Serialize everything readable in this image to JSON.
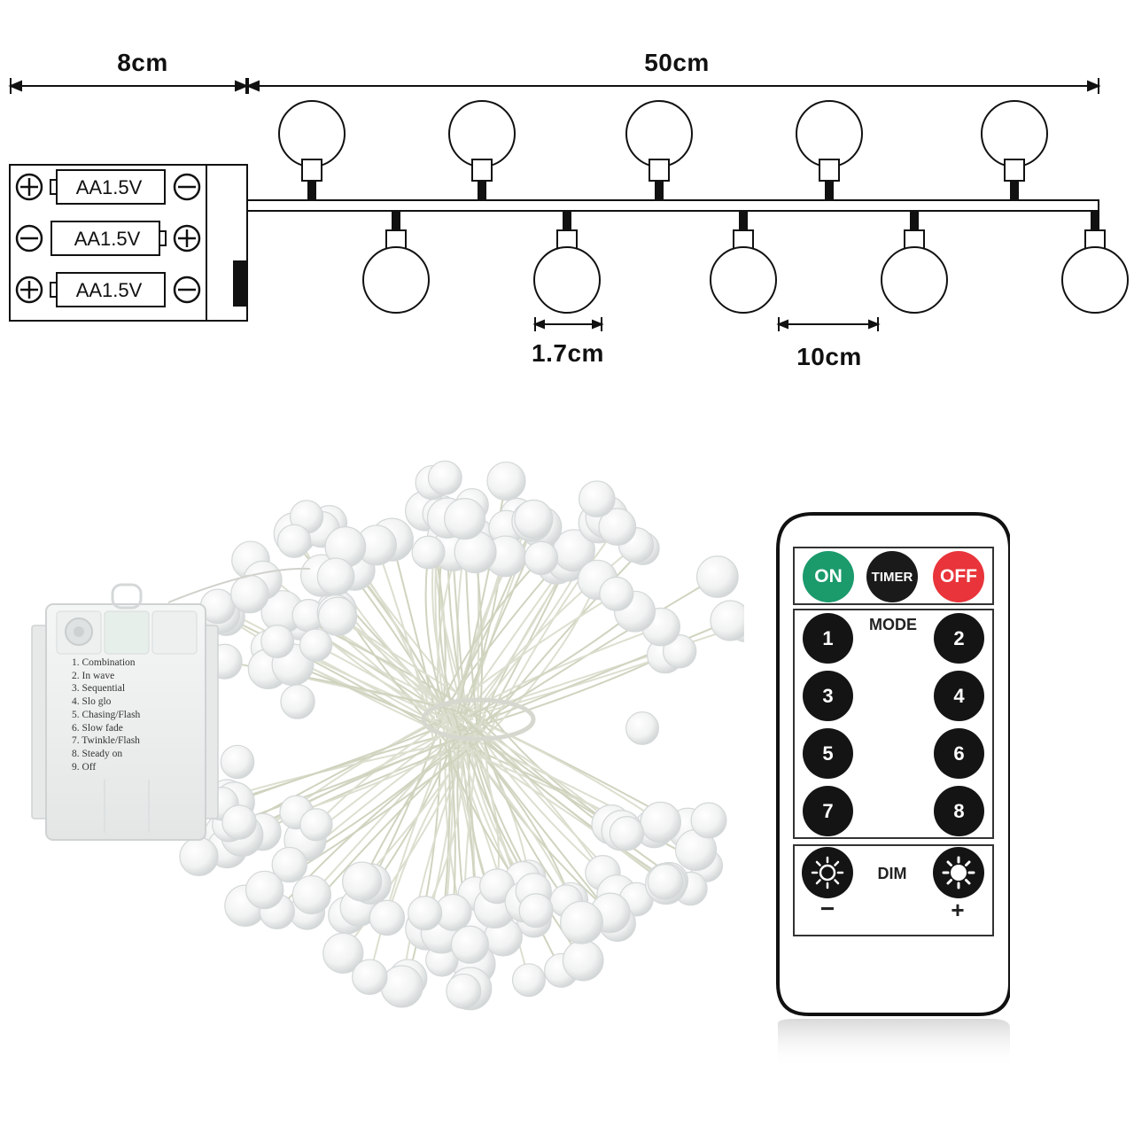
{
  "dimensions": {
    "controller_length": "8cm",
    "string_length": "50cm",
    "bulb_diameter": "1.7cm",
    "bulb_spacing": "10cm"
  },
  "battery_box": {
    "batteries": [
      "AA1.5V",
      "AA1.5V",
      "AA1.5V"
    ]
  },
  "controller_modes": [
    "1. Combination",
    "2. In wave",
    "3. Sequential",
    "4. Slo glo",
    "5. Chasing/Flash",
    "6. Slow fade",
    "7. Twinkle/Flash",
    "8. Steady on",
    "9. Off"
  ],
  "remote": {
    "on_label": "ON",
    "timer_label": "TIMER",
    "off_label": "OFF",
    "mode_label": "MODE",
    "mode_buttons": [
      "1",
      "2",
      "3",
      "4",
      "5",
      "6",
      "7",
      "8"
    ],
    "dim_label": "DIM",
    "dim_minus": "−",
    "dim_plus": "+",
    "colors": {
      "on": "#1b9a6c",
      "timer": "#1a1a1a",
      "off": "#e8343a",
      "mode": "#141414"
    }
  }
}
